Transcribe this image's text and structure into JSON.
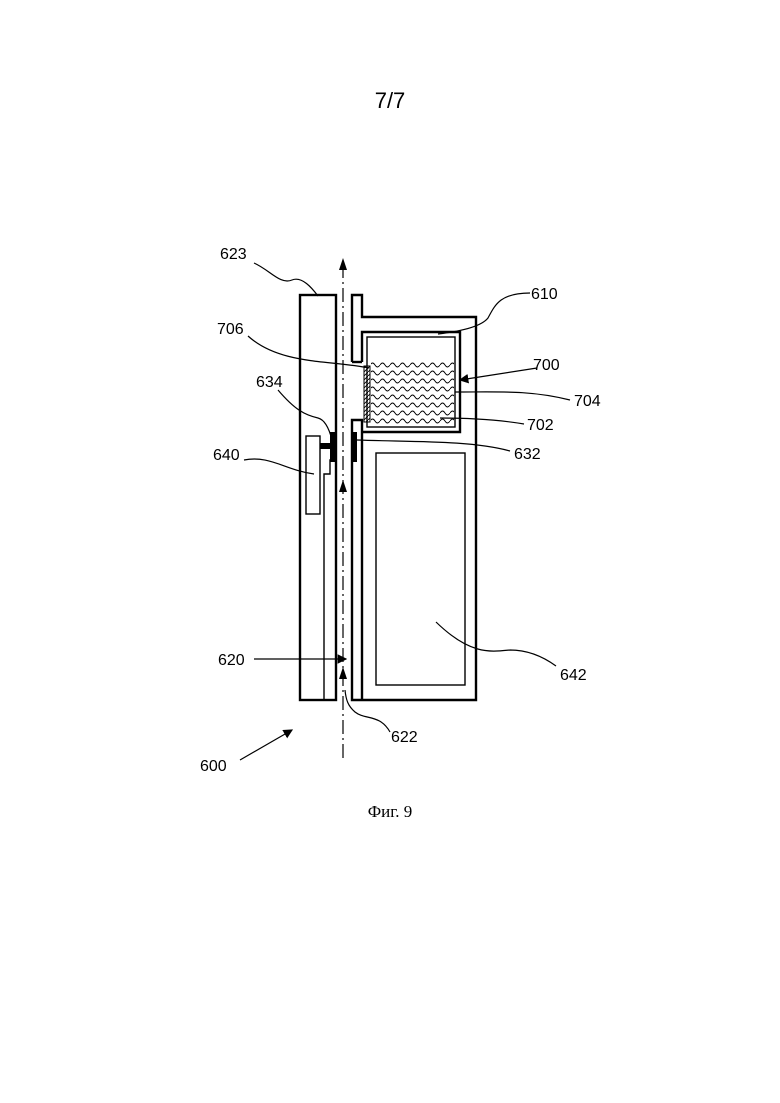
{
  "page_number": "7/7",
  "caption": "Фиг. 9",
  "labels": {
    "l600": "600",
    "l610": "610",
    "l620": "620",
    "l622": "622",
    "l623": "623",
    "l632": "632",
    "l634": "634",
    "l640": "640",
    "l642": "642",
    "l700": "700",
    "l702": "702",
    "l704": "704",
    "l706": "706"
  }
}
